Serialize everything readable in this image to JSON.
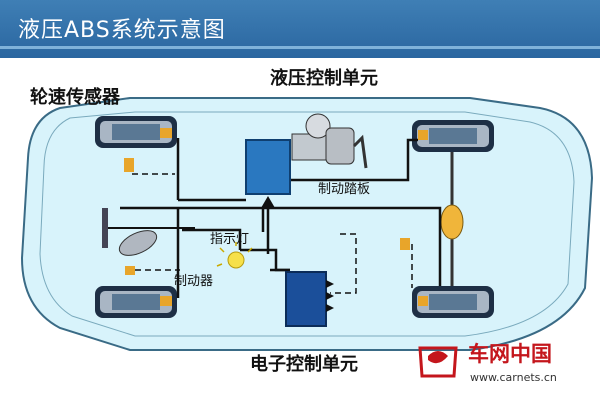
{
  "title": "液压ABS系统示意图",
  "labels": {
    "wheel_sensor": "轮速传感器",
    "hydraulic_unit": "液压控制单元",
    "brake_pedal": "制动踏板",
    "indicator": "指示灯",
    "brake": "制动器",
    "ecu": "电子控制单元"
  },
  "logo": {
    "name": "车网中国",
    "url": "www.carnets.cn"
  },
  "colors": {
    "title_bar": "#2f6fa8",
    "car_body": "#d8f3fb",
    "module": "#2a78c0",
    "logo_red": "#c4161c"
  }
}
